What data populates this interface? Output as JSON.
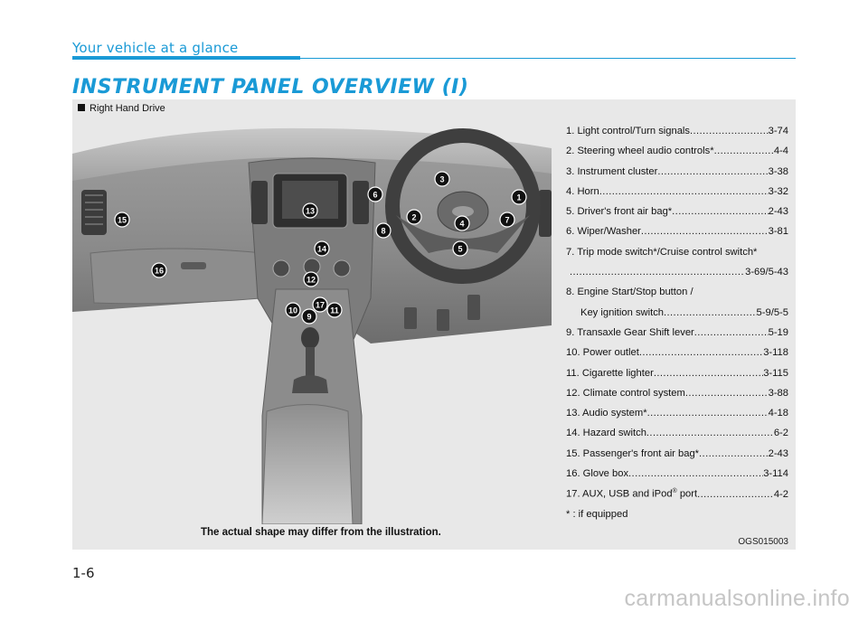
{
  "header": {
    "section_title": "Your vehicle at a glance",
    "page_heading": "INSTRUMENT PANEL OVERVIEW (I)"
  },
  "panel": {
    "drive_label": "Right Hand Drive",
    "caption": "The actual shape may differ from the illustration.",
    "image_code": "OGS015003"
  },
  "callouts": [
    "1",
    "2",
    "3",
    "4",
    "5",
    "6",
    "7",
    "8",
    "9",
    "10",
    "11",
    "12",
    "13",
    "14",
    "15",
    "16",
    "17"
  ],
  "legend": {
    "items": [
      {
        "label": "1. Light control/Turn signals",
        "page": "3-74"
      },
      {
        "label": "2. Steering wheel audio controls*",
        "page": "4-4"
      },
      {
        "label": "3. Instrument cluster",
        "page": "3-38"
      },
      {
        "label": "4. Horn",
        "page": "3-32"
      },
      {
        "label": "5. Driver's front air bag*",
        "page": "2-43"
      },
      {
        "label": "6. Wiper/Washer",
        "page": "3-81"
      },
      {
        "label": "7. Trip mode switch*/Cruise control  switch*",
        "page": "3-69/5-43"
      },
      {
        "label": "8. Engine Start/Stop button /",
        "label2": "Key ignition switch",
        "page": "5-9/5-5"
      },
      {
        "label": "9. Transaxle Gear Shift lever ",
        "page": "5-19"
      },
      {
        "label": "10. Power outlet",
        "page": "3-118"
      },
      {
        "label": "11. Cigarette lighter ",
        "page": "3-115"
      },
      {
        "label": "12. Climate control system",
        "page": "3-88"
      },
      {
        "label": "13. Audio system*",
        "page": "4-18"
      },
      {
        "label": "14. Hazard switch",
        "page": "6-2"
      },
      {
        "label": "15. Passenger's front air bag* ",
        "page": "2-43"
      },
      {
        "label": "16. Glove box",
        "page": "3-114"
      },
      {
        "label": "17. AUX, USB and iPod",
        "sup": "®",
        "label_after": " port ",
        "page": "4-2"
      }
    ],
    "footnote": "* : if equipped"
  },
  "footer": {
    "page_number": "1-6",
    "watermark": "carmanualsonline.info"
  },
  "colors": {
    "accent": "#1a9ad6",
    "panel_bg": "#e8e8e8"
  }
}
